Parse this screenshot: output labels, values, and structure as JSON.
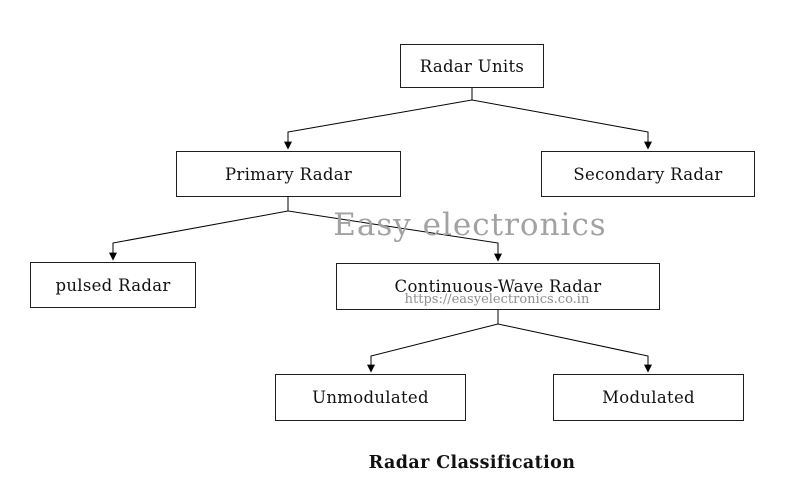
{
  "diagram": {
    "nodes": {
      "radar_units": {
        "label": "Radar Units"
      },
      "primary_radar": {
        "label": "Primary Radar"
      },
      "secondary_radar": {
        "label": "Secondary Radar"
      },
      "pulsed_radar": {
        "label": "pulsed Radar"
      },
      "cw_radar": {
        "label": "Continuous-Wave Radar"
      },
      "unmodulated": {
        "label": "Unmodulated"
      },
      "modulated": {
        "label": "Modulated"
      }
    },
    "edges": [
      [
        "Radar Units",
        "Primary Radar"
      ],
      [
        "Radar Units",
        "Secondary Radar"
      ],
      [
        "Primary Radar",
        "pulsed Radar"
      ],
      [
        "Primary Radar",
        "Continuous-Wave Radar"
      ],
      [
        "Continuous-Wave Radar",
        "Unmodulated"
      ],
      [
        "Continuous-Wave Radar",
        "Modulated"
      ]
    ],
    "watermark": {
      "text": "Easy electronics",
      "url": "https://easyelectronics.co.in"
    },
    "caption": "Radar Classification",
    "colors": {
      "box_border": "#1f1f1f",
      "box_fill": "#ffffff",
      "text": "#111111",
      "watermark": "#a2a2a2",
      "background": "#ffffff"
    }
  }
}
